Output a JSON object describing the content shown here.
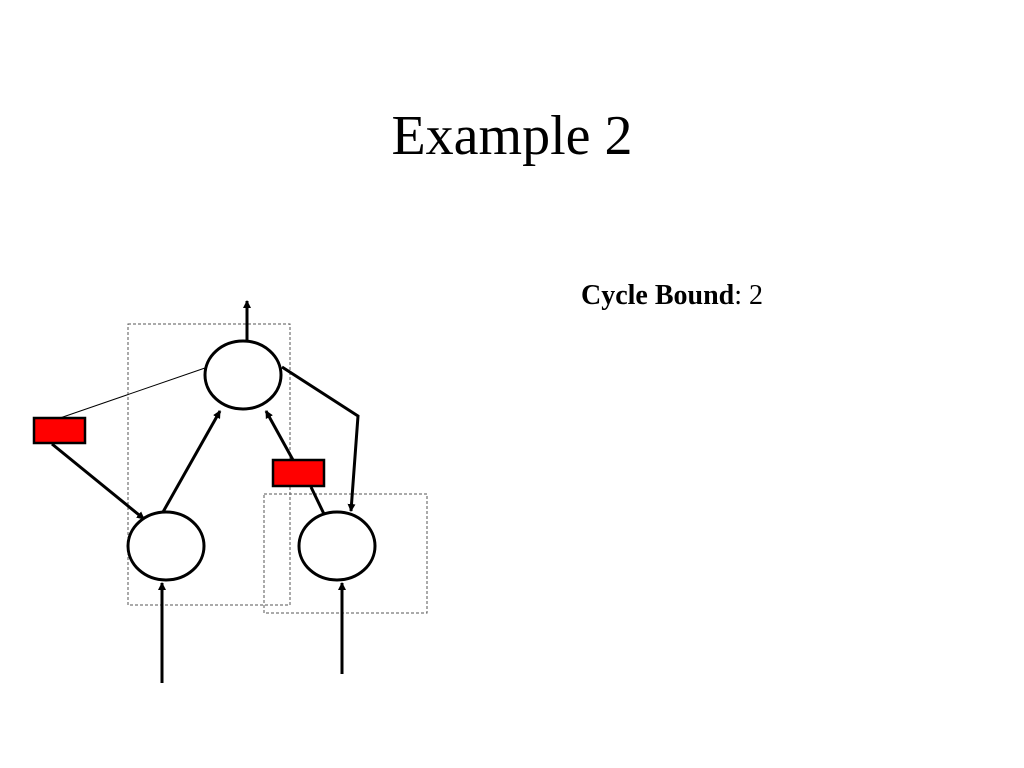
{
  "slide": {
    "title": "Example 2",
    "cycle_bound": {
      "label": "Cycle Bound",
      "separator": ": ",
      "value": "2"
    }
  },
  "diagram": {
    "nodes": [
      {
        "id": "top",
        "shape": "ellipse"
      },
      {
        "id": "bottom-left",
        "shape": "ellipse"
      },
      {
        "id": "bottom-right",
        "shape": "ellipse"
      }
    ],
    "delay_registers": [
      {
        "id": "left-register",
        "color": "#ff0000"
      },
      {
        "id": "middle-register",
        "color": "#ff0000"
      }
    ],
    "groups": [
      {
        "id": "left-partition",
        "style": "dashed"
      },
      {
        "id": "right-partition",
        "style": "dashed"
      }
    ],
    "edges": [
      {
        "from": "bottom-left",
        "to": "top"
      },
      {
        "from": "bottom-right",
        "to": "top",
        "via": "middle-register"
      },
      {
        "from": "top",
        "to": "bottom-right"
      },
      {
        "from": "top",
        "to": "bottom-left",
        "via": "left-register"
      },
      {
        "from": "input",
        "to": "bottom-left"
      },
      {
        "from": "input",
        "to": "bottom-right"
      },
      {
        "from": "top",
        "to": "output"
      }
    ]
  }
}
